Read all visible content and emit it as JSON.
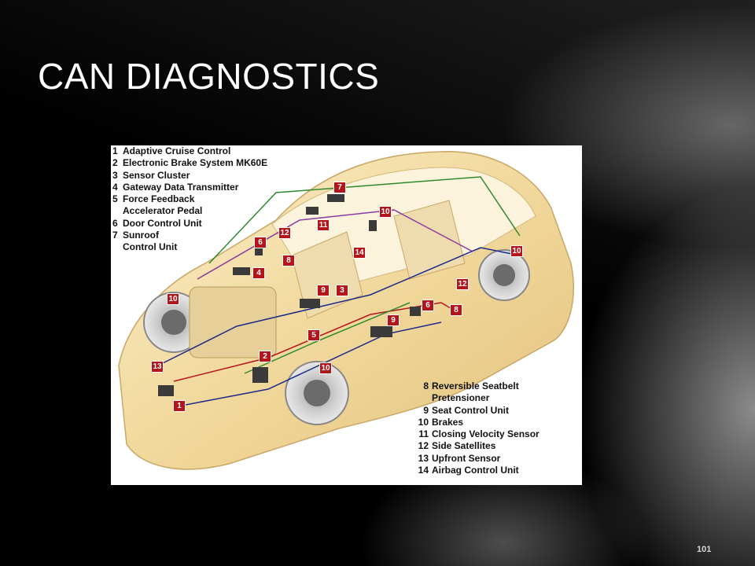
{
  "slide": {
    "title": "CAN DIAGNOSTICS",
    "page_number": "101"
  },
  "legend_top": [
    {
      "num": "1",
      "lines": [
        "Adaptive Cruise Control"
      ]
    },
    {
      "num": "2",
      "lines": [
        "Electronic Brake System MK60E"
      ]
    },
    {
      "num": "3",
      "lines": [
        "Sensor Cluster"
      ]
    },
    {
      "num": "4",
      "lines": [
        "Gateway Data Transmitter"
      ]
    },
    {
      "num": "5",
      "lines": [
        "Force Feedback",
        "Accelerator Pedal"
      ]
    },
    {
      "num": "6",
      "lines": [
        "Door Control Unit"
      ]
    },
    {
      "num": "7",
      "lines": [
        "Sunroof",
        "Control Unit"
      ]
    }
  ],
  "legend_bottom": [
    {
      "num": "8",
      "lines": [
        "Reversible Seatbelt",
        "Pretensioner"
      ]
    },
    {
      "num": "9",
      "lines": [
        "Seat Control Unit"
      ]
    },
    {
      "num": "10",
      "lines": [
        "Brakes"
      ]
    },
    {
      "num": "11",
      "lines": [
        "Closing Velocity Sensor"
      ]
    },
    {
      "num": "12",
      "lines": [
        "Side Satellites"
      ]
    },
    {
      "num": "13",
      "lines": [
        "Upfront Sensor"
      ]
    },
    {
      "num": "14",
      "lines": [
        "Airbag Control Unit"
      ]
    }
  ],
  "callouts": [
    {
      "label": "7"
    },
    {
      "label": "10"
    },
    {
      "label": "11"
    },
    {
      "label": "12"
    },
    {
      "label": "6"
    },
    {
      "label": "14"
    },
    {
      "label": "10"
    },
    {
      "label": "8"
    },
    {
      "label": "4"
    },
    {
      "label": "9"
    },
    {
      "label": "3"
    },
    {
      "label": "12"
    },
    {
      "label": "10"
    },
    {
      "label": "6"
    },
    {
      "label": "8"
    },
    {
      "label": "9"
    },
    {
      "label": "5"
    },
    {
      "label": "2"
    },
    {
      "label": "13"
    },
    {
      "label": "10"
    },
    {
      "label": "1"
    }
  ],
  "colors": {
    "callout_fill": "#b3151b",
    "car_body": "#f3dca6",
    "wire_green": "#2f8a2f",
    "wire_blue": "#1d2a8a",
    "wire_red": "#b3151b",
    "wire_purple": "#8a3aa0"
  }
}
